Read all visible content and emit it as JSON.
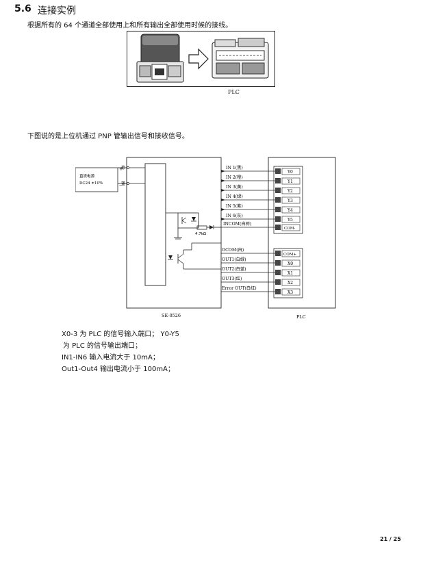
{
  "section": {
    "number": "5.6",
    "title": "连接实例"
  },
  "intro": "根据所有的  64 个通道全部使用上和所有输出全部使用时候的接线。",
  "figure1": {
    "caption": "PLC"
  },
  "subtitle": "下图说的是上位机通过  PNP 管输出信号和接收信号。",
  "wiring": {
    "power": {
      "label1": "直流电源",
      "label2": "DC24 ±10%",
      "plus": "+",
      "minus": "—",
      "brown": "棕",
      "blue": "蓝"
    },
    "inputs": [
      "IN 1(黑)",
      "IN 2(橙)",
      "IN 3(黄)",
      "IN 4(绿)",
      "IN 5(紫)",
      "IN 6(灰)"
    ],
    "incom": "INCOM(白棕)",
    "resistor": "4.7kΩ",
    "outputs": [
      "OCOM(白)",
      "OUT1(白绿)",
      "OUT2(白蓝)",
      "OUT3(红)",
      "Error  OUT(白红)"
    ],
    "plc_y": [
      "Y0",
      "Y1",
      "Y2",
      "Y3",
      "Y4",
      "Y5",
      "COM-"
    ],
    "plc_x": [
      "COM+",
      "X0",
      "X1",
      "X2",
      "X3"
    ],
    "device_label": "SE-0526",
    "plc_label": "PLC"
  },
  "notes": [
    "X0-3 为 PLC 的信号输入端口；  Y0-Y5",
    " 为 PLC 的信号输出端口；",
    "IN1-IN6 输入电流大于  10mA；",
    "Out1-Out4 输出电流小于  100mA；"
  ],
  "page_number": "21 / 25"
}
